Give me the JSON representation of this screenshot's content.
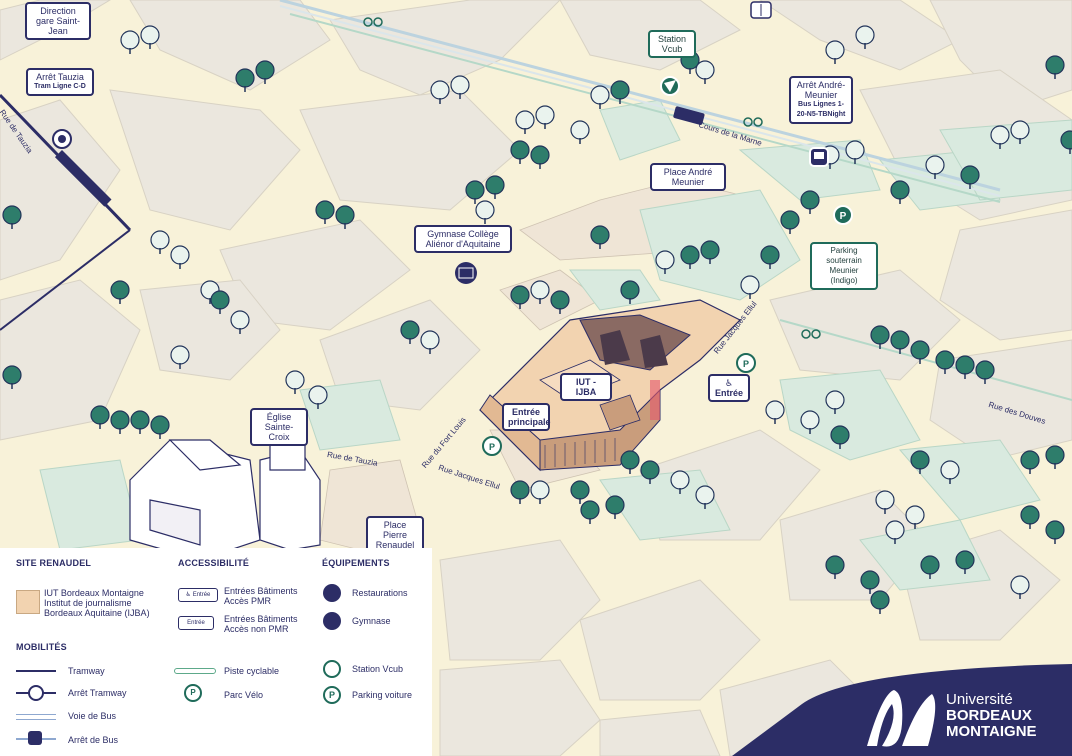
{
  "map_labels": {
    "gare": "Direction gare Saint-Jean",
    "tauzia_stop": "Arrêt Tauzia",
    "tauzia_line": "Tram Ligne C-D",
    "vcub": "Station Vcub",
    "andre_stop": "Arrêt André-Meunier",
    "andre_bus": "Bus Lignes 1-20-N5-TBNight",
    "place_andre": "Place André Meunier",
    "gymnase": "Gymnase Collège Aliénor d'Aquitaine",
    "parking": "Parking souterrain Meunier (Indigo)",
    "building": "IUT - IJBA",
    "entree_principale": "Entrée principale",
    "entree": "Entrée",
    "eglise": "Église Sainte-Croix",
    "place_pierre": "Place Pierre Renaudel"
  },
  "streets": {
    "tauzia_v": "Rue de Tauzia",
    "tauzia": "Rue de Tauzia",
    "marne": "Cours de la Marne",
    "ellul_n": "Rue Jacques Ellul",
    "ellul_s": "Rue Jacques Ellul",
    "fort_louis": "Rue du Fort Louis",
    "douves": "Rue des Douves"
  },
  "legend": {
    "site_title": "SITE RENAUDEL",
    "site_desc": "IUT Bordeaux Montaigne Institut de journalisme Bordeaux Aquitaine (IJBA)",
    "access_title": "ACCESSIBILITÉ",
    "access_pmr": "Entrées Bâtiments Accès PMR",
    "access_non_pmr": "Entrées Bâtiments Accès non PMR",
    "badge_entree": "Entrée",
    "equip_title": "ÉQUIPEMENTS",
    "restaurations": "Restaurations",
    "gymnase": "Gymnase",
    "mob_title": "MOBILITÉS",
    "tramway": "Tramway",
    "arret_tram": "Arrêt Tramway",
    "voie_bus": "Voie de Bus",
    "arret_bus": "Arrêt de Bus",
    "piste": "Piste cyclable",
    "parc_velo": "Parc Vélo",
    "station_vcub": "Station Vcub",
    "parking_voiture": "Parking voiture"
  },
  "logo": {
    "line1": "Université",
    "line2": "BORDEAUX",
    "line3": "MONTAIGNE"
  },
  "colors": {
    "navy": "#2c2d66",
    "green": "#1f6b5a",
    "building": "#f2d3b0",
    "green_space": "#d9eadf",
    "road": "#f8f2d9",
    "block": "#ece8df"
  }
}
